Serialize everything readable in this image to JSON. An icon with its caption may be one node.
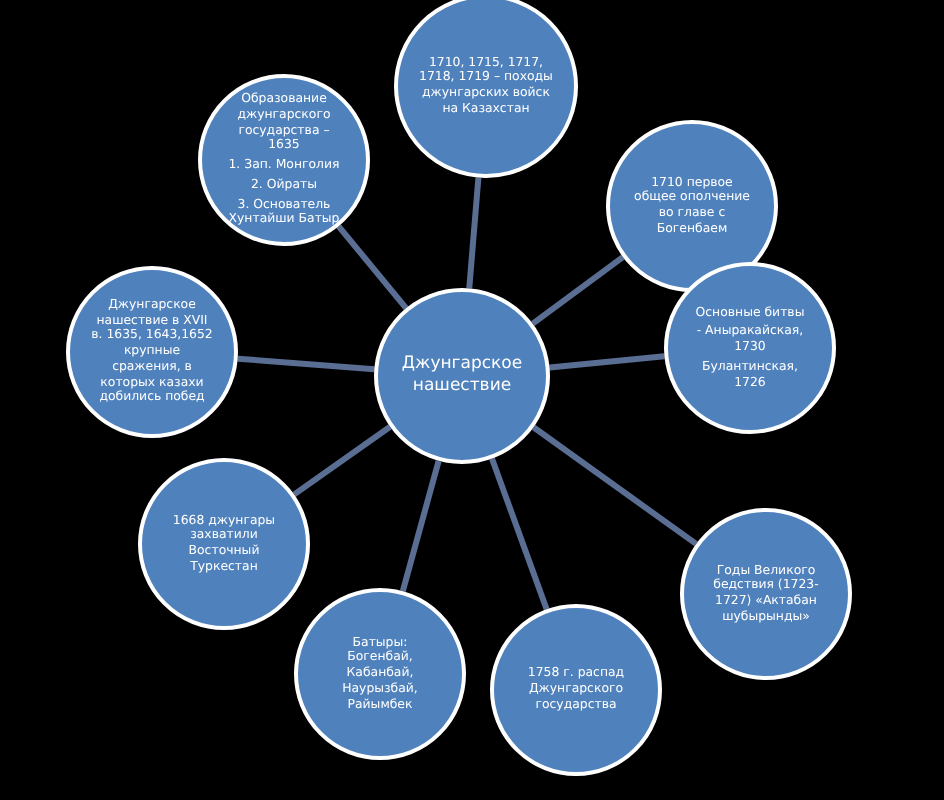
{
  "diagram": {
    "nodes": [
      {
        "text": [
          "Джунгарское нашествие"
        ]
      },
      {
        "text": [
          "Образование джунгарского государства – 1635",
          "1. Зап. Монголия",
          "2. Ойраты",
          "3. Основатель Хунтайши Батыр"
        ]
      },
      {
        "text": [
          "1710, 1715, 1717, 1718, 1719 – походы джунгарских войск на Казахстан"
        ]
      },
      {
        "text": [
          "1710 первое общее ополчение во главе с Богенбаем"
        ]
      },
      {
        "text": [
          "Основные битвы",
          "- Аныракайская, 1730",
          "Булантинская, 1726"
        ]
      },
      {
        "text": [
          "Годы Великого бедствия (1723-1727) «Актабан шубырынды»"
        ]
      },
      {
        "text": [
          "1758 г. распад Джунгарского государства"
        ]
      },
      {
        "text": [
          "Батыры: Богенбай, Кабанбай, Наурызбай, Райымбек"
        ]
      },
      {
        "text": [
          "1668 джунгары захватили Восточный Туркестан"
        ]
      },
      {
        "text": [
          "Джунгарское нашествие в XVII в. 1635, 1643,1652 крупные сражения, в которых казахи добились побед"
        ]
      }
    ],
    "edges": [
      {
        "from": 0,
        "to": 1,
        "arrow": "none"
      },
      {
        "from": 0,
        "to": 2,
        "arrow": "none"
      },
      {
        "from": 0,
        "to": 3,
        "arrow": "none"
      },
      {
        "from": 0,
        "to": 4,
        "arrow": "none"
      },
      {
        "from": 0,
        "to": 5,
        "arrow": "none"
      },
      {
        "from": 0,
        "to": 6,
        "arrow": "none"
      },
      {
        "from": 0,
        "to": 7,
        "arrow": "none"
      },
      {
        "from": 0,
        "to": 8,
        "arrow": "none"
      },
      {
        "from": 0,
        "to": 9,
        "arrow": "none"
      }
    ]
  }
}
